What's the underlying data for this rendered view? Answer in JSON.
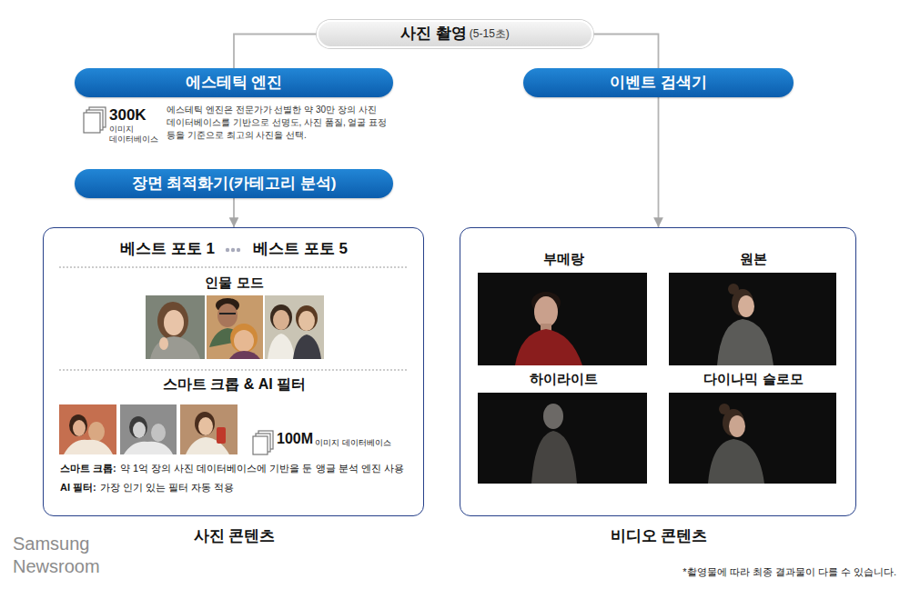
{
  "diagram": {
    "nodes": [
      {
        "text": [
          "사진 촬영",
          "(5-15초)"
        ]
      },
      {
        "text": [
          "에스테틱 엔진"
        ]
      },
      {
        "text": [
          "이벤트 검색기"
        ]
      },
      {
        "text": [
          "장면 최적화기(카테고리 분석)"
        ]
      },
      {
        "text": [
          "베스트 포토 1",
          "베스트 포토 5",
          "인물 모드",
          "스마트 크롭 & AI 필터",
          "100M",
          "이미지 데이터베이스",
          "스마트 크롭:",
          "약 1억 장의 사진 데이터베이스에 기반을 둔 앵글 분석 엔진 사용",
          "AI 필터:",
          "가장 인기 있는 필터 자동 적용",
          "사진 콘텐츠"
        ]
      },
      {
        "text": [
          "비디오 콘텐츠"
        ]
      },
      {
        "text": [
          "부메랑"
        ],
        "in": 5
      },
      {
        "text": [
          "원본"
        ],
        "in": 5
      },
      {
        "text": [
          "하이라이트"
        ],
        "in": 5
      },
      {
        "text": [
          "다이나믹 슬로모"
        ],
        "in": 5
      }
    ],
    "edges": [
      {
        "from": 0,
        "to": 1,
        "arrow": "none"
      },
      {
        "from": 0,
        "to": 2,
        "arrow": "none"
      },
      {
        "from": 3,
        "to": 4,
        "arrow": "to"
      },
      {
        "from": 2,
        "to": 5,
        "arrow": "to"
      }
    ],
    "labels": [
      "300K",
      "이미지 데이터베이스",
      "에스테틱 엔진은 전문가가 선별한 약 30만 장의 사진 데이터베이스를 기반으로 선명도, 사진 품질, 얼굴 표정 등을 기준으로 최고의 사진을 선택.",
      "Samsung Newsroom",
      "*촬영물에 따라 최종 결과물이 다를 수 있습니다."
    ]
  }
}
